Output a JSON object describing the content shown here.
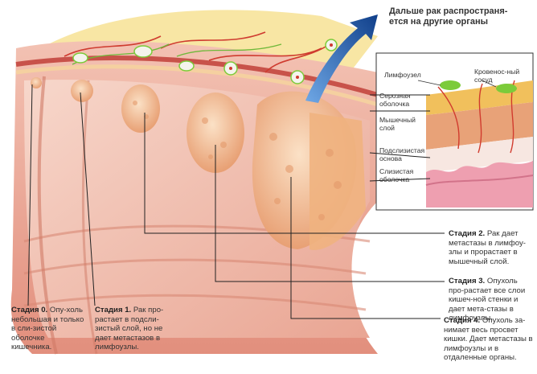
{
  "top_note": "Дальше рак распространя-ется на другие органы",
  "inset_labels": {
    "lymph_node": "Лимфоузел",
    "blood_vessel": "Кровенос-ный сосуд",
    "serosa": "Серозная оболочка",
    "muscle": "Мышечный слой",
    "submucosa": "Подслизистая основа",
    "mucosa": "Слизистая оболочка"
  },
  "stages": [
    {
      "title": "Стадия 0.",
      "text": " Опу-холь небольшая и только в сли-зистой оболочке кишечника."
    },
    {
      "title": "Стадия 1.",
      "text": " Рак про-растает в подсли-зистый слой, но не дает метастазов в лимфоузлы."
    },
    {
      "title": "Стадия 2.",
      "text": " Рак дает метастазы в лимфоу-злы и прорастает в мышечный слой."
    },
    {
      "title": "Стадия 3.",
      "text": " Опухоль про-растает все слои кишеч-ной стенки и дает мета-стазы в лимфоузлы."
    },
    {
      "title": "Стадия 4.",
      "text": " Опухоль за-нимает весь просвет кишки. Дает метастазы в лимфоузлы и в отдаленные органы."
    }
  ],
  "colors": {
    "tissue": "#e8a08e",
    "tissue_light": "#f6cdbf",
    "tumor": "#f2b58c",
    "fat": "#f7e08a",
    "lymph_node": "#7ccb3a",
    "arrow": "#1b5fb0"
  }
}
